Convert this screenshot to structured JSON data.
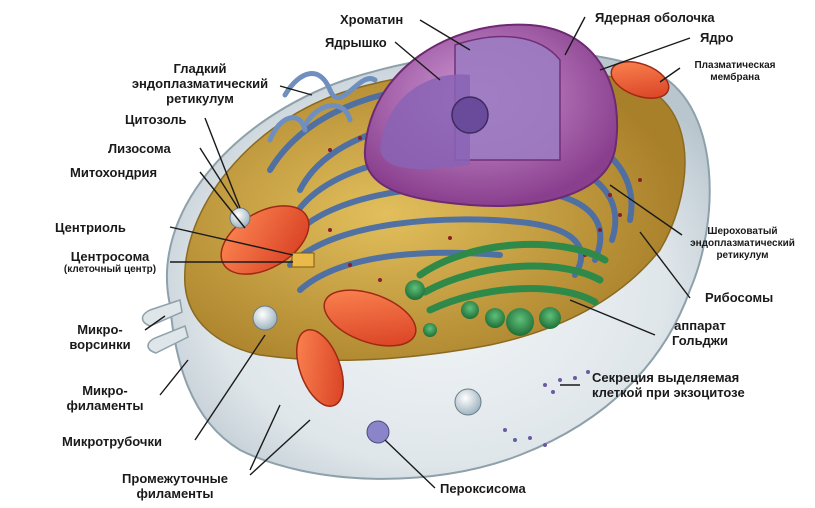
{
  "labels": {
    "chromatin": "Хроматин",
    "nuclear_envelope": "Ядерная оболочка",
    "nucleolus": "Ядрышко",
    "nucleus": "Ядро",
    "smooth_er": [
      "Гладкий",
      "эндоплазматический",
      "ретикулум"
    ],
    "plasma_membrane": [
      "Плазматическая",
      "мембрана"
    ],
    "cytosol": "Цитозоль",
    "lysosome": "Лизосома",
    "mitochondrion": "Митохондрия",
    "centriole": "Центриоль",
    "centrosome": [
      "Центросома",
      "(клеточный центр)"
    ],
    "rough_er": [
      "Шероховатый",
      "эндоплазматический",
      "ретикулум"
    ],
    "ribosomes": "Рибосомы",
    "microvilli": [
      "Микро-",
      "ворсинки"
    ],
    "golgi": [
      "аппарат",
      "Гольджи"
    ],
    "microfilaments": [
      "Микро-",
      "филаменты"
    ],
    "secretion": [
      "Секреция выделяемая",
      "клеткой при экзоцитозе"
    ],
    "microtubules": "Микротрубочки",
    "intermediate_filaments": [
      "Промежуточные",
      "филаменты"
    ],
    "peroxisome": "Пероксисома"
  },
  "colors": {
    "cytoplasm": "#c9a13c",
    "cell_wall": "#dfe6ea",
    "er": "#4a6ea8",
    "nucleus": "#b04a9a",
    "nucleus_inner": "#8a5fb0",
    "golgi": "#2f8a4a",
    "mitochondria": "#e4522e",
    "leader_line": "#1a1a1a"
  }
}
